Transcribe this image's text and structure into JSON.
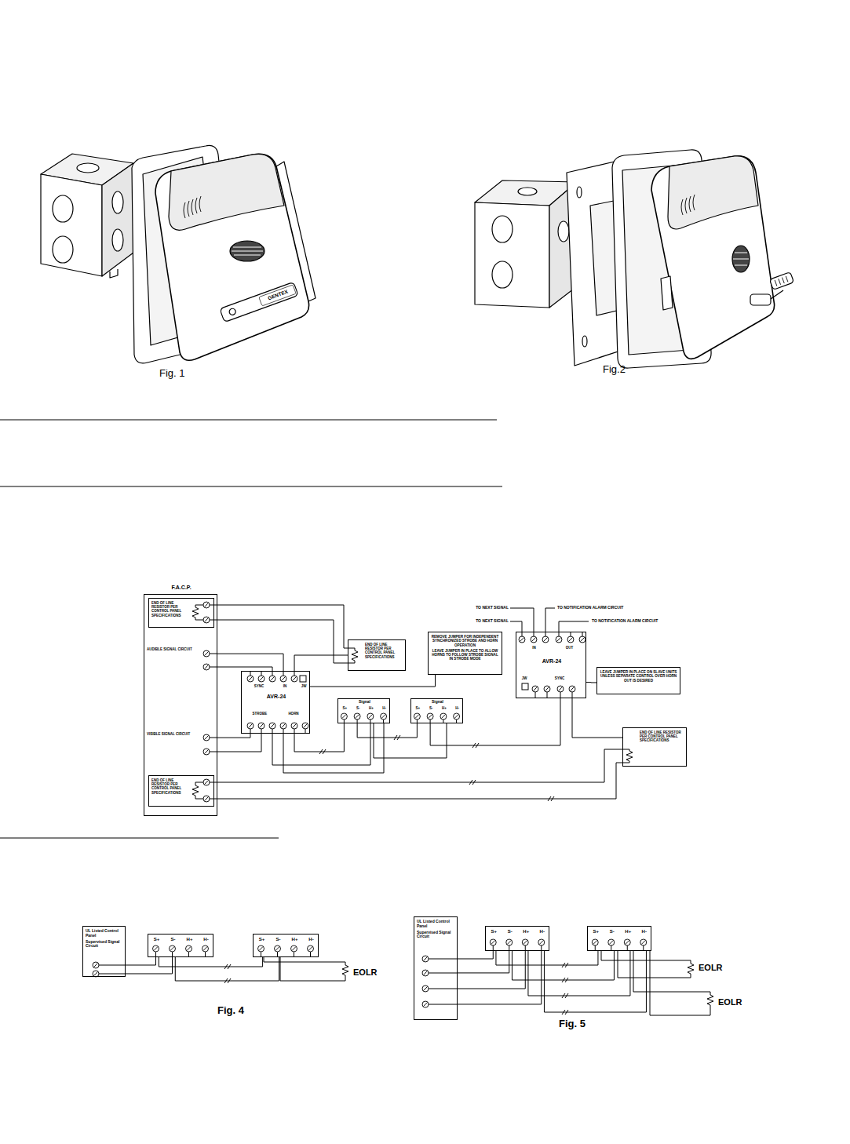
{
  "diagram": {
    "nodes": [
      {
        "text": [
          "F.A.C.P."
        ]
      },
      {
        "text": [
          "END OF LINE RESISTOR PER CONTROL PANEL SPECIFICATIONS"
        ],
        "in": 0
      },
      {
        "text": [
          "END OF LINE RESISTOR PER CONTROL PANEL SPECIFICATIONS"
        ],
        "in": 0
      },
      {
        "text": [
          "END OF LINE RESISTOR PER CONTROL PANEL SPECIFICATIONS"
        ]
      },
      {
        "text": [
          "AVR-24",
          "SYNC",
          "IN",
          "JW",
          "STROBE",
          "HORN"
        ]
      },
      {
        "text": [
          "REMOVE JUMPER FOR INDEPENDENT SYNCHRONIZED STROBE AND HORN OPERATION",
          "LEAVE JUMPER IN PLACE TO ALLOW HORNS TO FOLLOW STROBE SIGNAL IN STROBE MODE"
        ]
      },
      {
        "text": [
          "Signal",
          "S+",
          "S-",
          "H+",
          "H-"
        ]
      },
      {
        "text": [
          "Signal",
          "S+",
          "S-",
          "H+",
          "H-"
        ]
      },
      {
        "text": [
          "AVR-24",
          "IN",
          "OUT",
          "JW",
          "SYNC"
        ]
      },
      {
        "text": [
          "LEAVE JUMPER IN PLACE ON SLAVE UNITS UNLESS SEPARATE CONTROL OVER HORN OUT IS DESIRED"
        ]
      },
      {
        "text": [
          "END OF LINE RESISTOR PER CONTROL PANEL SPECIFICATIONS"
        ]
      },
      {
        "text": [
          "UL Listed Control Panel",
          "Supervised Signal Circuit"
        ]
      },
      {
        "text": [
          "S+",
          "S-",
          "H+",
          "H-"
        ]
      },
      {
        "text": [
          "S+",
          "S-",
          "H+",
          "H-"
        ]
      },
      {
        "text": [
          "UL Listed Control Panel",
          "Supervised Signal Circuit"
        ]
      },
      {
        "text": [
          "S+",
          "S-",
          "H+",
          "H-"
        ]
      },
      {
        "text": [
          "S+",
          "S-",
          "H+",
          "H-"
        ]
      }
    ],
    "edges": [
      {
        "from": 0,
        "to": 4,
        "arrow": "none"
      },
      {
        "from": 0,
        "to": 4,
        "arrow": "none"
      },
      {
        "from": 4,
        "to": 3,
        "arrow": "none"
      },
      {
        "from": 4,
        "to": 6,
        "arrow": "none"
      },
      {
        "from": 6,
        "to": 7,
        "arrow": "none"
      },
      {
        "from": 7,
        "to": 8,
        "arrow": "none"
      },
      {
        "from": 8,
        "to": 10,
        "arrow": "none"
      },
      {
        "from": 5,
        "to": 4,
        "arrow": "none"
      },
      {
        "from": 8,
        "to": 9,
        "arrow": "none"
      },
      {
        "from": 11,
        "to": 12,
        "arrow": "none"
      },
      {
        "from": 11,
        "to": 12,
        "arrow": "none"
      },
      {
        "from": 12,
        "to": 13,
        "arrow": "none"
      },
      {
        "from": 12,
        "to": 13,
        "arrow": "none"
      },
      {
        "from": 14,
        "to": 15,
        "arrow": "none"
      },
      {
        "from": 14,
        "to": 15,
        "arrow": "none"
      },
      {
        "from": 14,
        "to": 15,
        "arrow": "none"
      },
      {
        "from": 14,
        "to": 15,
        "arrow": "none"
      },
      {
        "from": 15,
        "to": 16,
        "arrow": "none"
      },
      {
        "from": 15,
        "to": 16,
        "arrow": "none"
      },
      {
        "from": 15,
        "to": 16,
        "arrow": "none"
      },
      {
        "from": 15,
        "to": 16,
        "arrow": "none"
      }
    ],
    "labels": [
      "Fig. 1",
      "Fig.2",
      "GENTEX",
      "AUDIBLE SIGNAL CIRCUIT",
      "VISIBLE SIGNAL CIRCUIT",
      "TO NEXT SIGNAL",
      "TO NOTIFICATION ALARM CIRCUIT",
      "TO NEXT SIGNAL",
      "TO NOTIFICATION ALARM CIRCUIT",
      "EOLR",
      "Fig. 4",
      "EOLR",
      "EOLR",
      "Fig. 5"
    ]
  }
}
